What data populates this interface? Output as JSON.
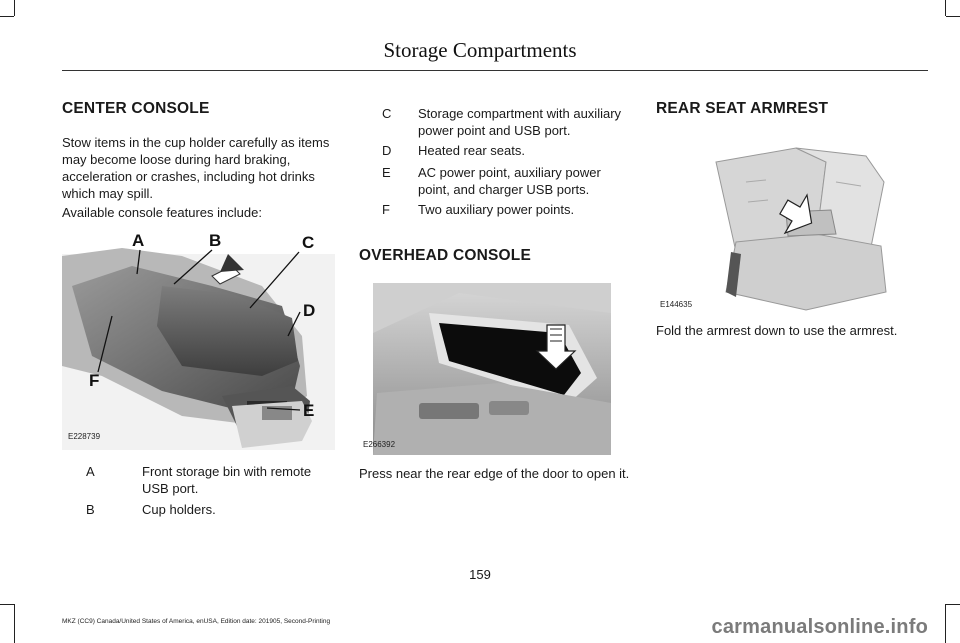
{
  "header": {
    "title": "Storage Compartments"
  },
  "center_console": {
    "heading": "CENTER CONSOLE",
    "intro": "Stow items in the cup holder carefully as items may become loose during hard braking, acceleration or crashes, including hot drinks which may spill.",
    "features_intro": "Available console features include:",
    "figure_code": "E228739",
    "callouts": [
      "A",
      "B",
      "C",
      "D",
      "E",
      "F"
    ],
    "legend": [
      {
        "key": "A",
        "text": "Front storage bin with remote USB port."
      },
      {
        "key": "B",
        "text": "Cup holders."
      },
      {
        "key": "C",
        "text": "Storage compartment with auxiliary power point and USB port."
      },
      {
        "key": "D",
        "text": "Heated rear seats."
      },
      {
        "key": "E",
        "text": "AC power point, auxiliary power point, and charger USB ports."
      },
      {
        "key": "F",
        "text": "Two auxiliary power points."
      }
    ]
  },
  "overhead_console": {
    "heading": "OVERHEAD CONSOLE",
    "figure_code": "E266392",
    "text": "Press near the rear edge of the door to open it."
  },
  "rear_seat_armrest": {
    "heading": "REAR SEAT ARMREST",
    "figure_code": "E144635",
    "text": "Fold the armrest down to use the armrest."
  },
  "page_number": "159",
  "footer": "MKZ (CC9) Canada/United States of America, enUSA, Edition date: 201905, Second-Printing",
  "watermark": "carmanualsonline.info"
}
